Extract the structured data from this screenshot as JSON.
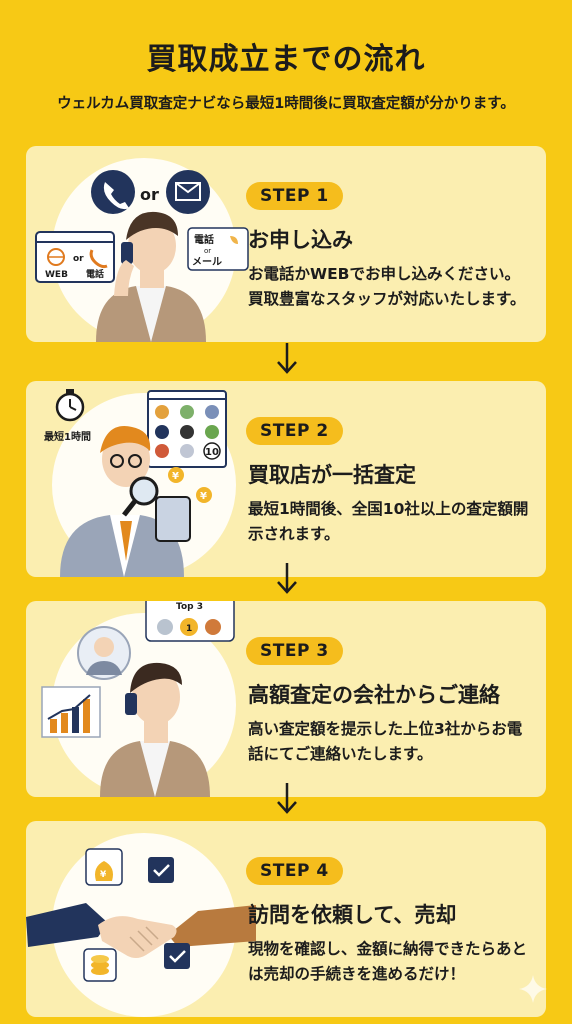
{
  "title": "買取成立までの流れ",
  "subtitle": "ウェルカム買取査定ナビなら最短1時間後に買取査定額が分かります。",
  "steps": [
    {
      "badge": "STEP 1",
      "heading": "お申し込み",
      "desc": "お電話かWEBでお申し込みください。買取豊富なスタッフが対応いたします。",
      "illus": {
        "or": "or",
        "web": "WEB",
        "phone": "電話",
        "bubble_top": "電話",
        "bubble_or": "or",
        "bubble_bottom": "メール"
      }
    },
    {
      "badge": "STEP 2",
      "heading": "買取店が一括査定",
      "desc": "最短1時間後、全国10社以上の査定額開示されます。",
      "illus": {
        "timer_label": "最短1時間",
        "yen": "¥",
        "ten": "10"
      }
    },
    {
      "badge": "STEP 3",
      "heading": "高額査定の会社からご連絡",
      "desc": "高い査定額を提示した上位3社からお電話にてご連絡いたします。",
      "illus": {
        "top3": "Top 3",
        "medal": "1"
      }
    },
    {
      "badge": "STEP 4",
      "heading": "訪問を依頼して、売却",
      "desc": "現物を確認し、金額に納得できたらあとは売却の手続きを進めるだけ！",
      "illus": {
        "yen": "¥"
      }
    }
  ],
  "colors": {
    "background": "#f7c915",
    "card": "#fbeeb0",
    "badge": "#f5bd1d",
    "navy": "#22345c"
  }
}
